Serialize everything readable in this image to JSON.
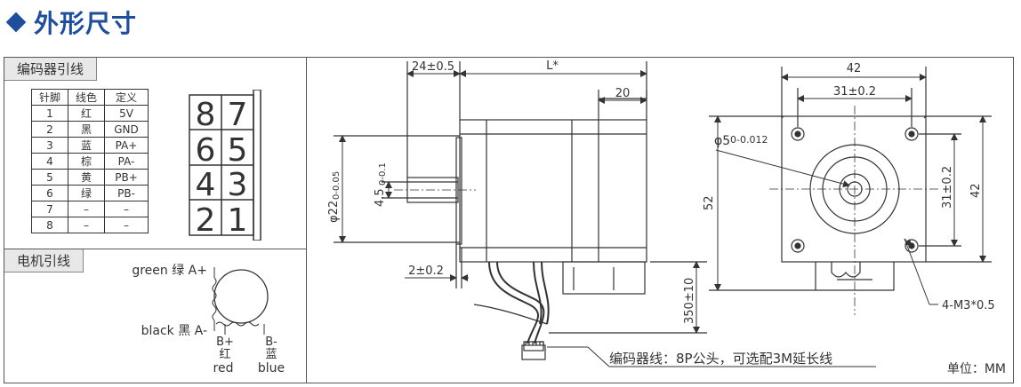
{
  "header": {
    "title": "外形尺寸"
  },
  "encoder_section": {
    "label": "编码器引线",
    "columns": [
      "针脚",
      "线色",
      "定义"
    ],
    "rows": [
      [
        "1",
        "红",
        "5V"
      ],
      [
        "2",
        "黑",
        "GND"
      ],
      [
        "3",
        "蓝",
        "PA+"
      ],
      [
        "4",
        "棕",
        "PA-"
      ],
      [
        "5",
        "黄",
        "PB+"
      ],
      [
        "6",
        "绿",
        "PB-"
      ],
      [
        "7",
        "–",
        "–"
      ],
      [
        "8",
        "–",
        "–"
      ]
    ],
    "connector_pins": [
      "8",
      "7",
      "6",
      "5",
      "4",
      "3",
      "2",
      "1"
    ]
  },
  "motor_section": {
    "label": "电机引线",
    "a_plus": "green 绿 A+",
    "a_minus": "black 黑 A-",
    "b_plus": "B+",
    "b_plus_cn": "红",
    "b_plus_en": "red",
    "b_minus": "B-",
    "b_minus_cn": "蓝",
    "b_minus_en": "blue"
  },
  "drawing": {
    "dim_24": "24±0.5",
    "dim_L": "L*",
    "dim_20": "20",
    "dim_phi22": "φ22",
    "dim_phi22_tol": "0-0.05",
    "dim_4_5": "4.5",
    "dim_4_5_tol": "0-0.1",
    "dim_2": "2±0.2",
    "dim_350": "350±10",
    "dim_42_top": "42",
    "dim_31_top": "31±0.2",
    "dim_phi5": "φ5",
    "dim_phi5_tol": "0-0.012",
    "dim_52": "52",
    "dim_31_side": "31±0.2",
    "dim_42_side": "42",
    "dim_holes": "4-M3*0.5",
    "encoder_cable": "编码器线：8P公头，可选配3M延长线"
  },
  "unit": "单位：MM"
}
